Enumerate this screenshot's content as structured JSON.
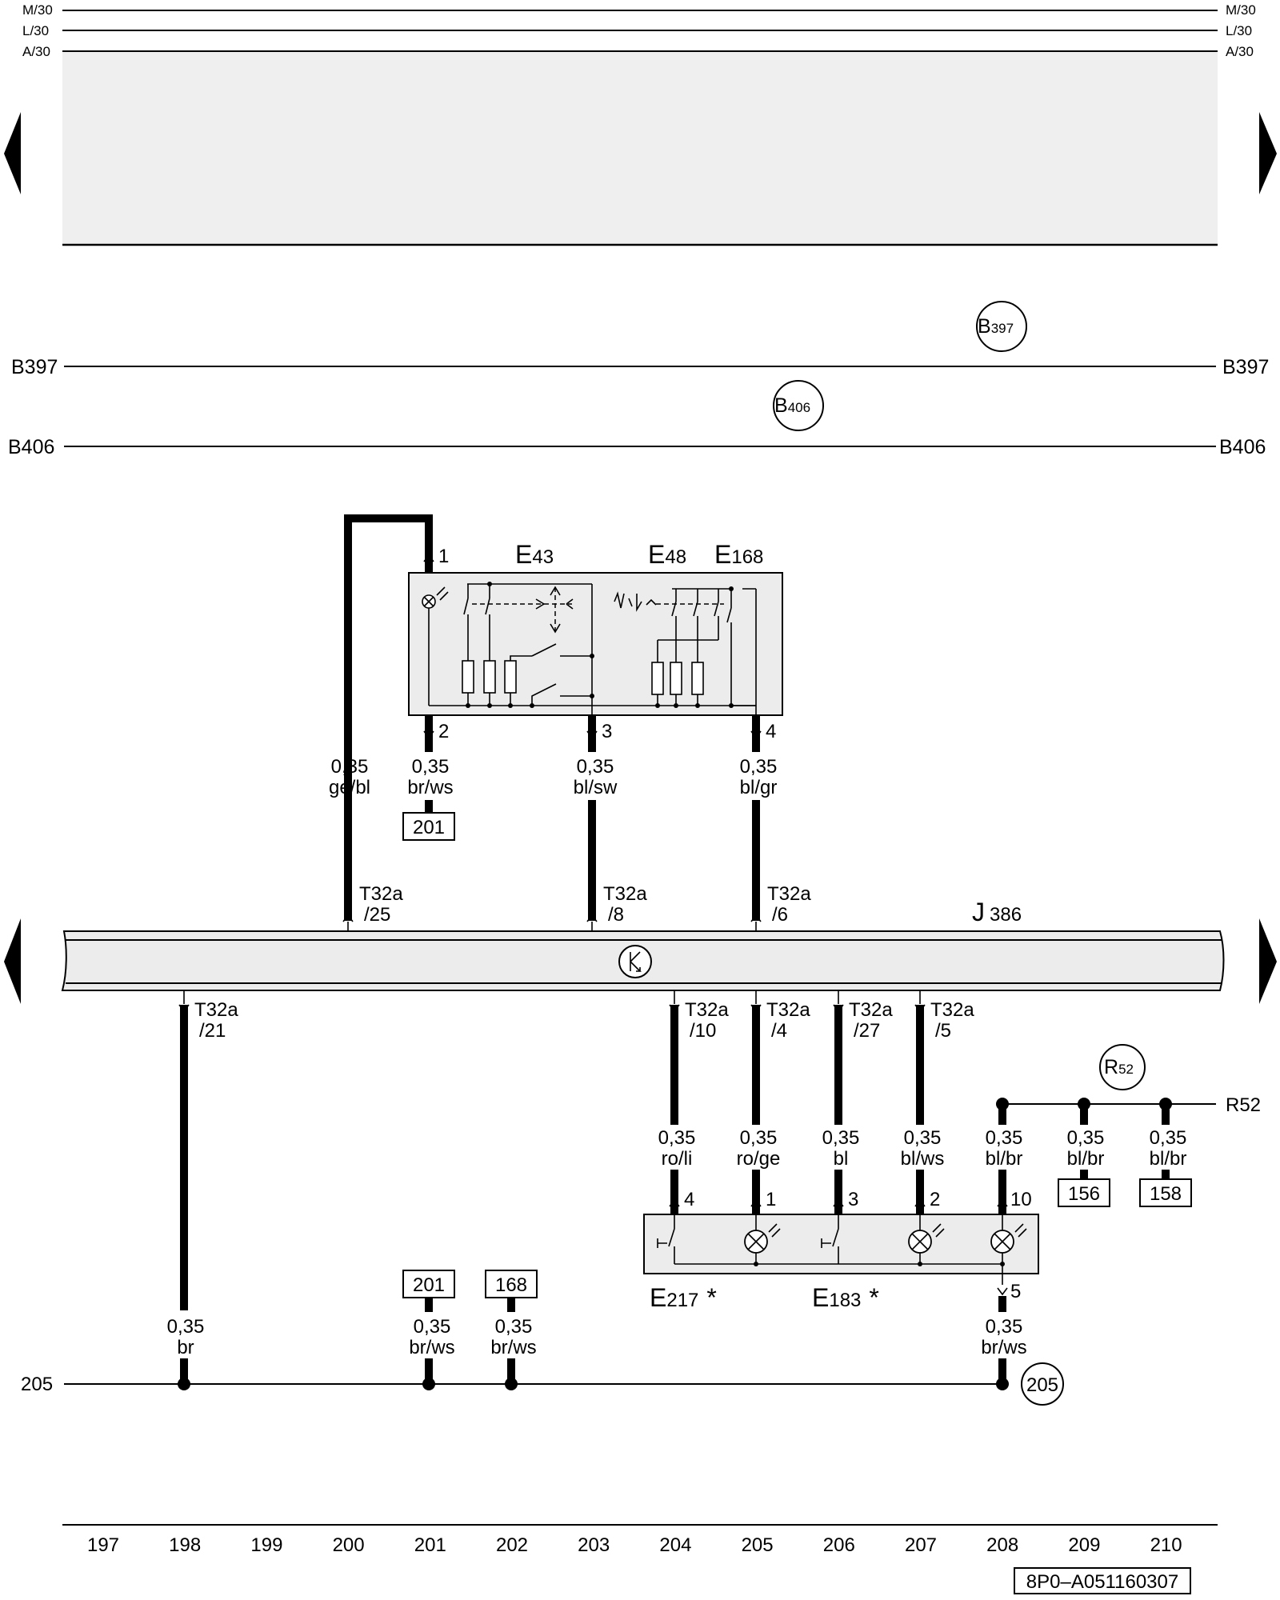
{
  "rails": {
    "top": [
      "M/30",
      "L/30",
      "A/30"
    ],
    "b397": "B397",
    "b406": "B406",
    "r52": "R52",
    "ground": "205"
  },
  "circles": {
    "b397": {
      "main": "B",
      "sub": "397"
    },
    "b406": {
      "main": "B",
      "sub": "406"
    },
    "r52": {
      "main": "R",
      "sub": "52"
    },
    "ground": {
      "main": "205",
      "sub": ""
    }
  },
  "components": {
    "e43": {
      "letter": "E",
      "num": "43"
    },
    "e48": {
      "letter": "E",
      "num": "48"
    },
    "e168": {
      "letter": "E",
      "num": "168"
    },
    "j386": {
      "letter": "J",
      "num": "386"
    },
    "e217": {
      "letter": "E",
      "num": "217",
      "mark": "*"
    },
    "e183": {
      "letter": "E",
      "num": "183",
      "mark": "*"
    }
  },
  "pins": {
    "sw_top": [
      "1",
      "2",
      "3",
      "4"
    ],
    "lower": [
      "4",
      "1",
      "3",
      "2",
      "10",
      "5"
    ]
  },
  "connectors": {
    "c25": {
      "name": "T32a",
      "pin": "/25"
    },
    "c8": {
      "name": "T32a",
      "pin": "/8"
    },
    "c6": {
      "name": "T32a",
      "pin": "/6"
    },
    "c21": {
      "name": "T32a",
      "pin": "/21"
    },
    "c10": {
      "name": "T32a",
      "pin": "/10"
    },
    "c4": {
      "name": "T32a",
      "pin": "/4"
    },
    "c27": {
      "name": "T32a",
      "pin": "/27"
    },
    "c5": {
      "name": "T32a",
      "pin": "/5"
    }
  },
  "wires": {
    "w_gebl": {
      "size": "0,35",
      "color": "ge/bl"
    },
    "w_brws_a": {
      "size": "0,35",
      "color": "br/ws"
    },
    "w_blsw": {
      "size": "0,35",
      "color": "bl/sw"
    },
    "w_blgr": {
      "size": "0,35",
      "color": "bl/gr"
    },
    "w_br": {
      "size": "0,35",
      "color": "br"
    },
    "w_brws_b": {
      "size": "0,35",
      "color": "br/ws"
    },
    "w_brws_c": {
      "size": "0,35",
      "color": "br/ws"
    },
    "w_roli": {
      "size": "0,35",
      "color": "ro/li"
    },
    "w_roge": {
      "size": "0,35",
      "color": "ro/ge"
    },
    "w_bl": {
      "size": "0,35",
      "color": "bl"
    },
    "w_blws": {
      "size": "0,35",
      "color": "bl/ws"
    },
    "w_blbr_a": {
      "size": "0,35",
      "color": "bl/br"
    },
    "w_blbr_b": {
      "size": "0,35",
      "color": "bl/br"
    },
    "w_blbr_c": {
      "size": "0,35",
      "color": "bl/br"
    },
    "w_brws_d": {
      "size": "0,35",
      "color": "br/ws"
    }
  },
  "refs": {
    "r201_top": "201",
    "r156": "156",
    "r158": "158",
    "r201_bot": "201",
    "r168": "168"
  },
  "tracks": [
    "197",
    "198",
    "199",
    "200",
    "201",
    "202",
    "203",
    "204",
    "205",
    "206",
    "207",
    "208",
    "209",
    "210"
  ],
  "doc_id": "8P0–A051160307"
}
